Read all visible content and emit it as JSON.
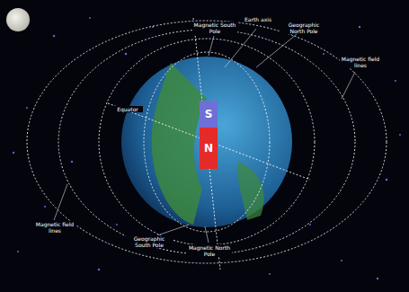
{
  "diagram": {
    "nodes": [
      {
        "text": [
          "S"
        ]
      },
      {
        "text": [
          "N"
        ]
      }
    ],
    "labels": [
      "Magnetic South Pole",
      "Earth axis",
      "Geographic North Pole",
      "Magnetic field lines",
      "Equator",
      "Magnetic field lines",
      "Geographic South Pole",
      "Magnetic North Pole"
    ]
  }
}
